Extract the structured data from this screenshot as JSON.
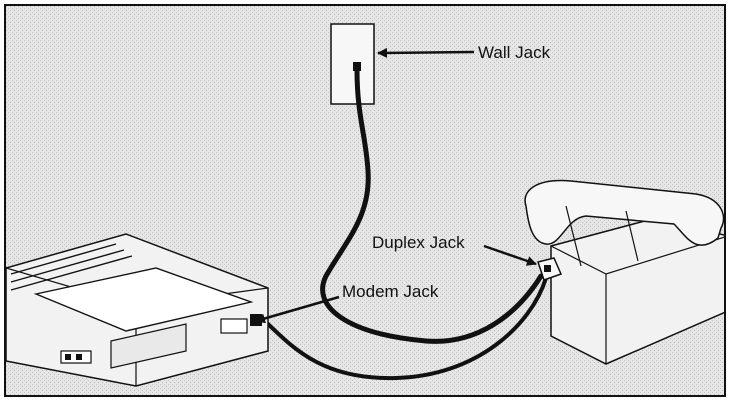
{
  "labels": {
    "wall_jack": "Wall Jack",
    "duplex_jack": "Duplex Jack",
    "modem_jack": "Modem Jack"
  },
  "colors": {
    "background": "#e4e4e4",
    "ink": "#111111",
    "device_fill": "#f2f2f2"
  }
}
